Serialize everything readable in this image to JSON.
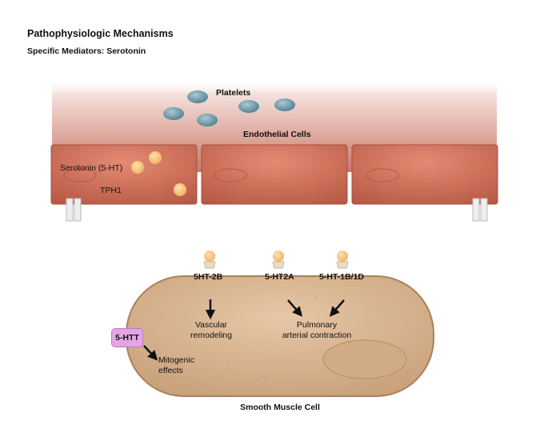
{
  "header": {
    "title": "Pathophysiologic Mechanisms",
    "subtitle": "Specific Mediators: Serotonin"
  },
  "diagram": {
    "platelets_label": "Platelets",
    "endothelial_label": "Endothelial Cells",
    "serotonin_label": "Serotonin (5-HT)",
    "tph1_label": "TPH1",
    "receptors": {
      "r1": "5HT-2B",
      "r2": "5-HT2A",
      "r3": "5-HT-1B/1D"
    },
    "transporter_label": "5-HTT",
    "effects": {
      "vascular": "Vascular\nremodeling",
      "pulmonary": "Pulmonary\narterial contraction",
      "mitogenic": "Mitogenic\neffects"
    },
    "smooth_muscle_label": "Smooth Muscle Cell"
  },
  "colors": {
    "endothelium": "#c8654f",
    "platelet": "#6f9aa8",
    "serotonin_dot": "#f7c27d",
    "smooth_muscle": "#d7b491",
    "transporter": "#e2a6e6"
  }
}
